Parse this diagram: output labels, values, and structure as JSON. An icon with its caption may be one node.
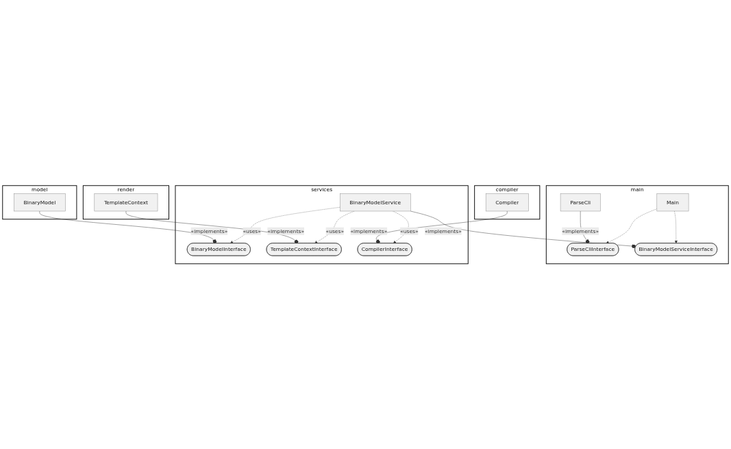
{
  "diagram": {
    "nodes": [
      {
        "text": [
          "main"
        ]
      },
      {
        "text": [
          "Main"
        ],
        "in": 0
      },
      {
        "text": [
          "ParseCliInterface"
        ],
        "in": 0
      },
      {
        "text": [
          "BinaryModelServiceInterface"
        ],
        "in": 0
      },
      {
        "text": [
          "ParseCli"
        ],
        "in": 0
      },
      {
        "text": [
          "services"
        ]
      },
      {
        "text": [
          "BinaryModelService"
        ],
        "in": 5
      },
      {
        "text": [
          "BinaryModelInterface"
        ],
        "in": 5
      },
      {
        "text": [
          "TemplateContextInterface"
        ],
        "in": 5
      },
      {
        "text": [
          "CompilerInterface"
        ],
        "in": 5
      },
      {
        "text": [
          "model"
        ]
      },
      {
        "text": [
          "BinaryModel"
        ],
        "in": 10
      },
      {
        "text": [
          "render"
        ]
      },
      {
        "text": [
          "TemplateContext"
        ],
        "in": 12
      },
      {
        "text": [
          "compiler"
        ]
      },
      {
        "text": [
          "Compiler"
        ],
        "in": 14
      }
    ],
    "edges": [
      {
        "from": 1,
        "to": 2,
        "arrow": "to",
        "style": "dashed"
      },
      {
        "from": 1,
        "to": 3,
        "arrow": "to",
        "style": "dashed"
      },
      {
        "from": 4,
        "to": 2,
        "arrow": "other",
        "label": "«implements»"
      },
      {
        "from": 6,
        "to": 3,
        "arrow": "other",
        "label": "«implements»"
      },
      {
        "from": 6,
        "to": 7,
        "arrow": "to",
        "style": "dashed",
        "label": "«uses»"
      },
      {
        "from": 6,
        "to": 8,
        "arrow": "to",
        "style": "dashed",
        "label": "«uses»"
      },
      {
        "from": 6,
        "to": 9,
        "arrow": "to",
        "style": "dashed",
        "label": "«uses»"
      },
      {
        "from": 11,
        "to": 7,
        "arrow": "other",
        "label": "«implements»"
      },
      {
        "from": 13,
        "to": 8,
        "arrow": "other",
        "label": "«implements»"
      },
      {
        "from": 15,
        "to": 9,
        "arrow": "other",
        "label": "«implements»"
      }
    ]
  }
}
